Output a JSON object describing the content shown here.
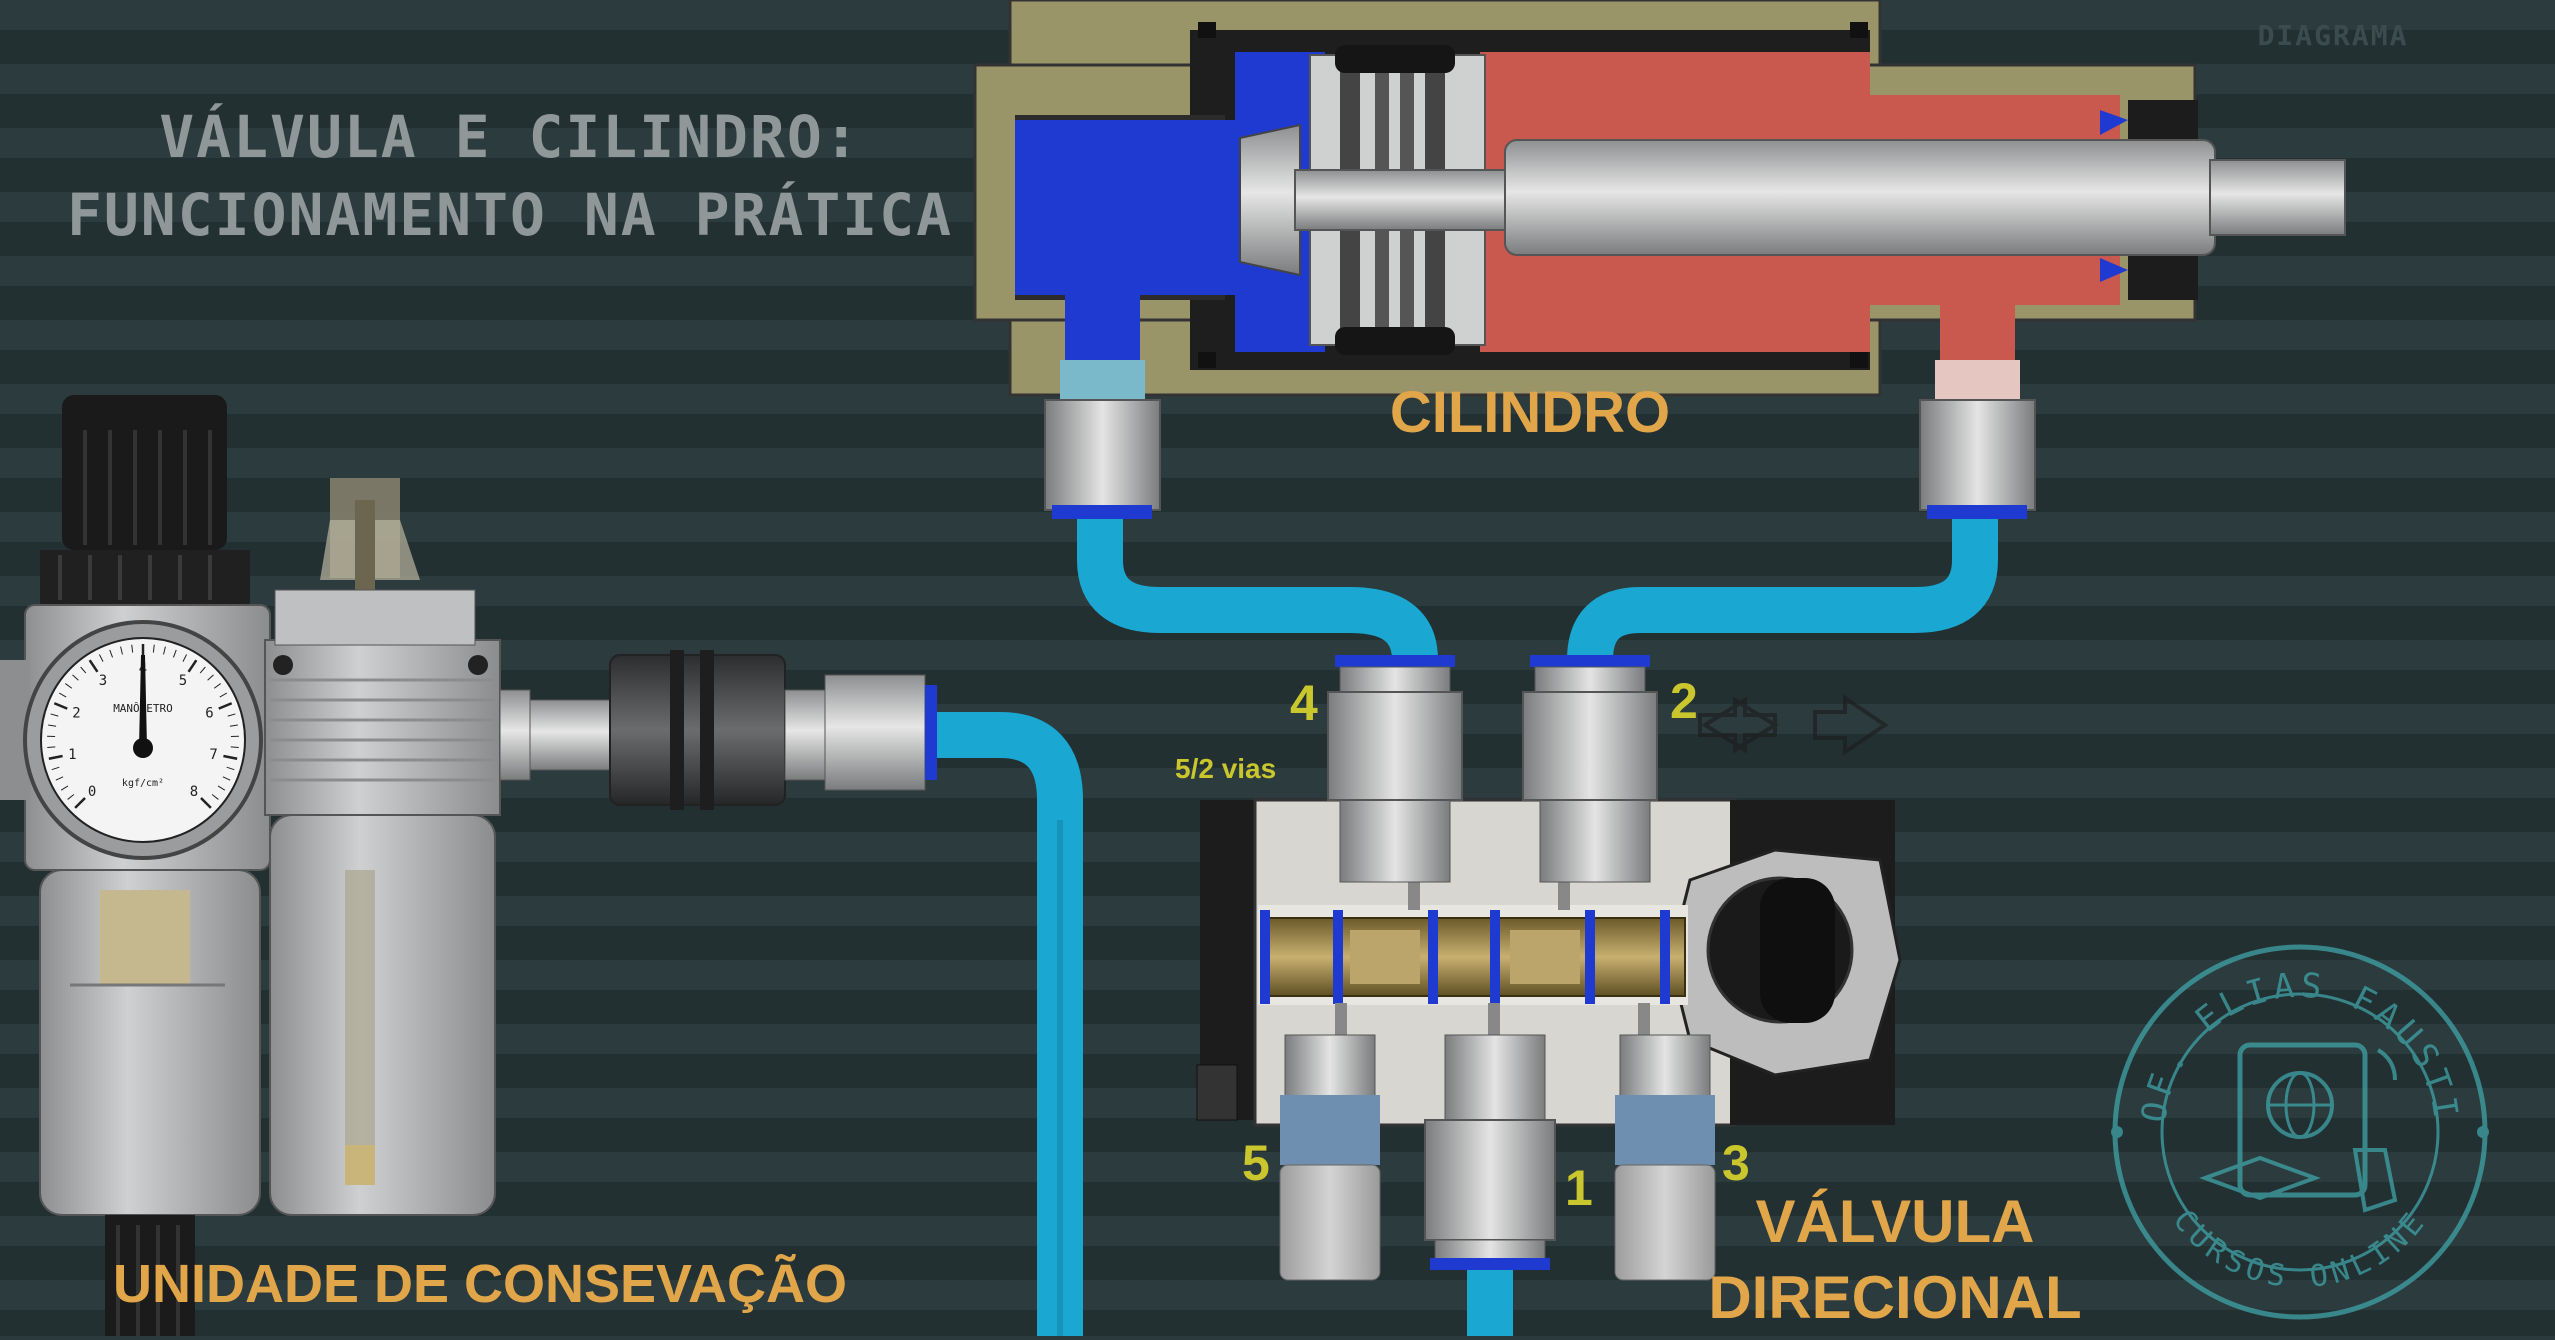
{
  "top_right_tag": "DIAGRAMA",
  "title": {
    "line1": "VÁLVULA E CILINDRO:",
    "line2": "FUNCIONAMENTO NA PRÁTICA"
  },
  "labels": {
    "cylinder": "CILINDRO",
    "conservation_unit": "UNIDADE DE CONSEVAÇÃO",
    "valve_line1": "VÁLVULA",
    "valve_line2": "DIRECIONAL",
    "valve_type": "5/2 vias"
  },
  "ports": {
    "p1": "1",
    "p2": "2",
    "p3": "3",
    "p4": "4",
    "p5": "5"
  },
  "gauge": {
    "name": "MANÔMETRO",
    "unit": "kgf/cm²",
    "ticks": [
      "0",
      "1",
      "2",
      "3",
      "4",
      "5",
      "6",
      "7",
      "8"
    ]
  },
  "watermark": {
    "top": "PROF. ELIAS FAUSTINO",
    "bottom": "CURSOS ONLINE"
  },
  "colors": {
    "background": "#2b3a3c",
    "hose": "#1aa7d1",
    "cylinder_body": "#9a9569",
    "chamber_blue": "#1f3ad1",
    "chamber_red": "#c9584f",
    "label_orange": "#e2a64a",
    "port_yellow": "#c9c62e",
    "watermark": "#3fa3a8"
  }
}
